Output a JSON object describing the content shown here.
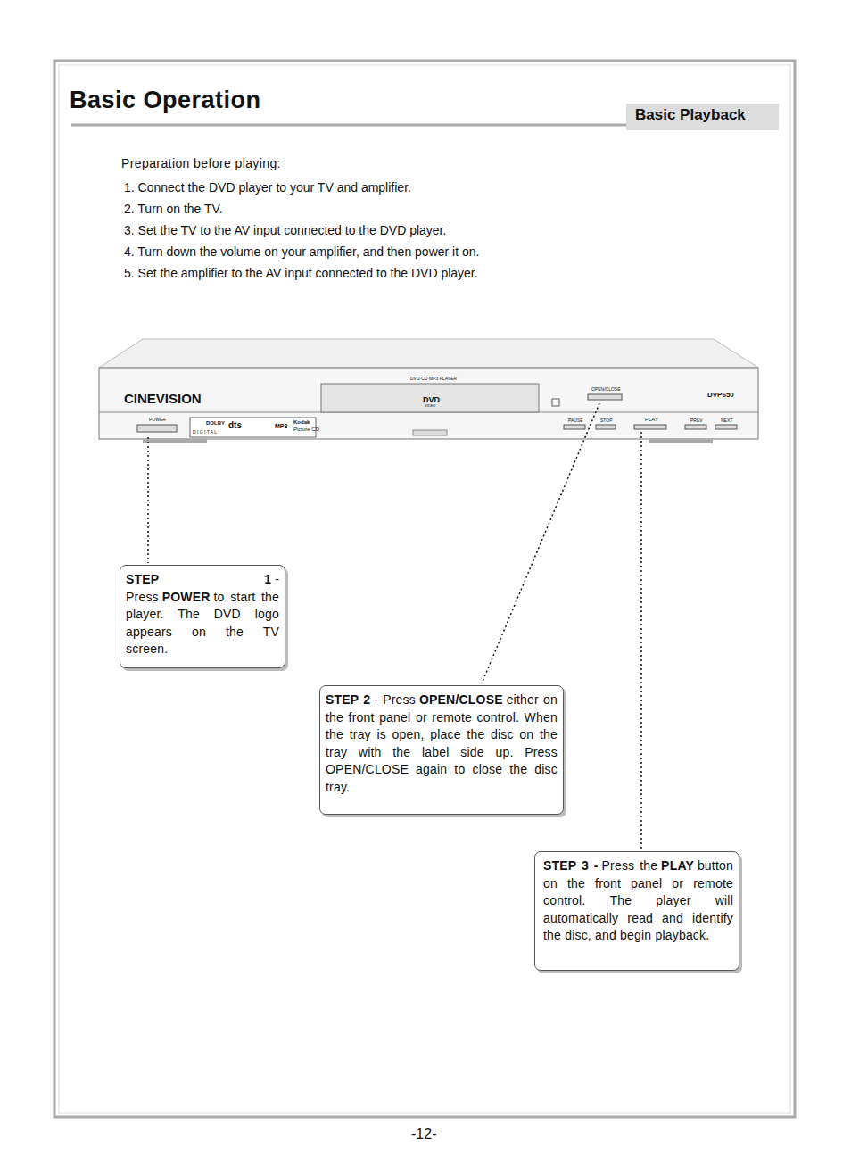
{
  "diagram": {
    "title": "Basic Operation",
    "nodes": [
      {
        "text": [
          "Basic Playback"
        ]
      },
      {
        "text": [
          "STEP 1",
          "- Press",
          "POWER",
          "to start the player. The DVD logo appears on the TV screen."
        ]
      },
      {
        "text": [
          "STEP 2",
          "- Press",
          "OPEN/CLOSE",
          "either on the front panel or remote control. When the tray is open, place the disc on the tray with the label side up. Press OPEN/CLOSE again to close the disc tray."
        ]
      },
      {
        "text": [
          "STEP 3 -",
          "Press the",
          "PLAY",
          "button on the front panel or remote control. The player will automatically read and identify the disc, and begin playback."
        ]
      }
    ],
    "labels": [
      "Preparation before playing:",
      "1. Connect the DVD player to your TV and amplifier.",
      "2. Turn on the TV.",
      "3. Set the TV to the AV input connected to the DVD player.",
      "4. Turn down the volume on your amplifier, and then power it on.",
      "5. Set the amplifier to the AV input connected to the DVD player.",
      "DVD·CD·MP3 PLAYER",
      "CINEVISION",
      "DVD",
      "VIDEO",
      "OPEN/CLOSE",
      "DVP650",
      "POWER",
      "DOLBY",
      "D I G I T A L",
      "dts",
      "MP3",
      "Kodak",
      "Picture CD",
      "PAUSE",
      "STOP",
      "PLAY",
      "PREV",
      "NEXT",
      "-12-"
    ]
  }
}
